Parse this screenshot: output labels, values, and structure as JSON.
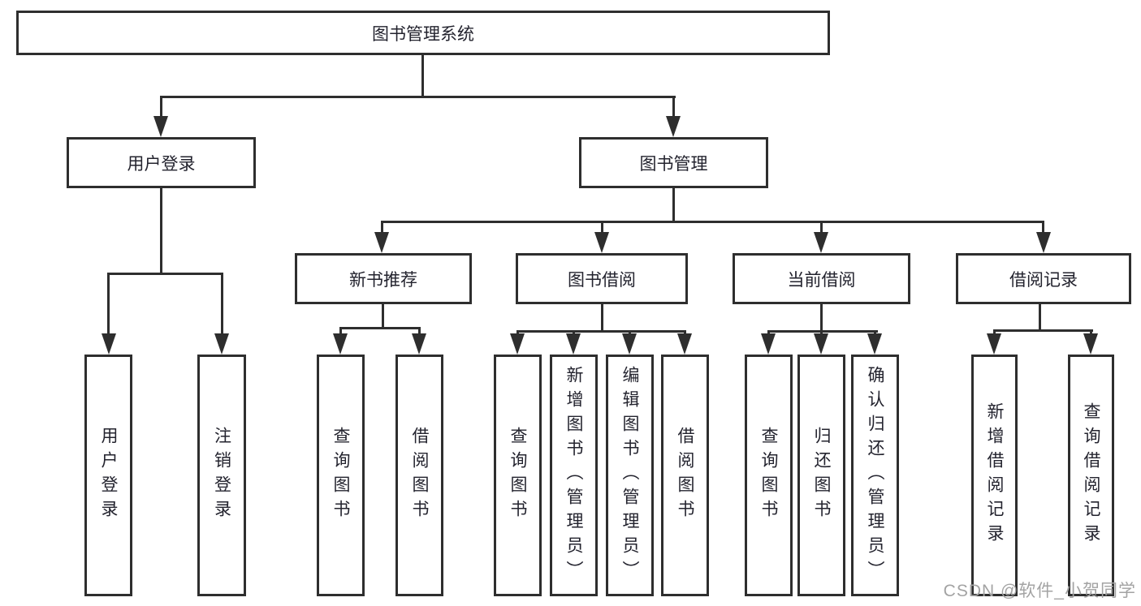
{
  "tree": {
    "label": "图书管理系统",
    "children": [
      {
        "label": "用户登录",
        "children": [
          {
            "label": "用户登录"
          },
          {
            "label": "注销登录"
          }
        ]
      },
      {
        "label": "图书管理",
        "children": [
          {
            "label": "新书推荐",
            "children": [
              {
                "label": "查询图书"
              },
              {
                "label": "借阅图书"
              }
            ]
          },
          {
            "label": "图书借阅",
            "children": [
              {
                "label": "查询图书"
              },
              {
                "label": "新增图书（管理员）"
              },
              {
                "label": "编辑图书（管理员）"
              },
              {
                "label": "借阅图书"
              }
            ]
          },
          {
            "label": "当前借阅",
            "children": [
              {
                "label": "查询图书"
              },
              {
                "label": "归还图书"
              },
              {
                "label": "确认归还（管理员）"
              }
            ]
          },
          {
            "label": "借阅记录",
            "children": [
              {
                "label": "新增借阅记录"
              },
              {
                "label": "查询借阅记录"
              }
            ]
          }
        ]
      }
    ]
  },
  "watermark": "CSDN @软件_小贺同学",
  "colors": {
    "line": "#2e2e2e",
    "text": "#23232e",
    "watermark": "#a3a3a3",
    "background": "#ffffff"
  }
}
